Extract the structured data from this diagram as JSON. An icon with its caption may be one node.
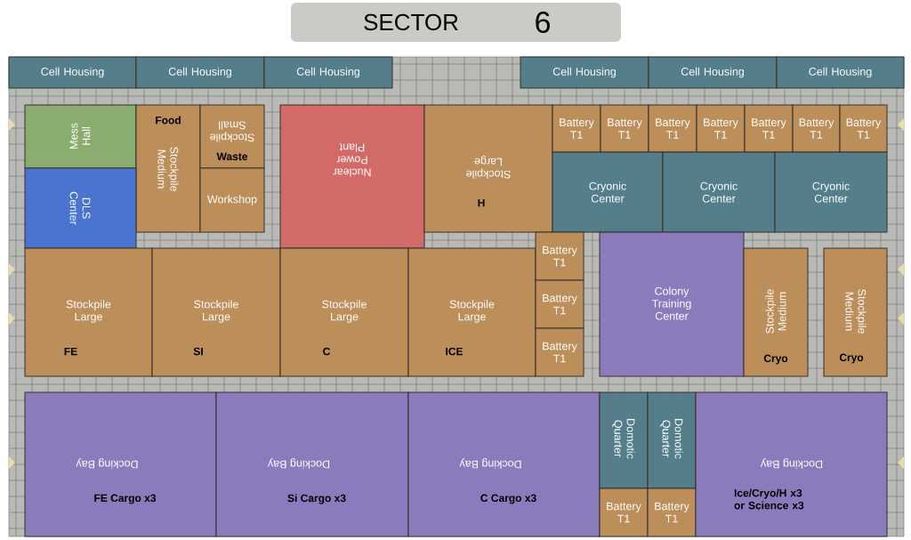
{
  "diagram": {
    "nodes": [
      {
        "text": [
          "SECTOR",
          "6"
        ]
      },
      {
        "text": [
          "Cell Housing"
        ]
      },
      {
        "text": [
          "Cell Housing"
        ]
      },
      {
        "text": [
          "Cell Housing"
        ]
      },
      {
        "text": [
          "Cell Housing"
        ]
      },
      {
        "text": [
          "Cell Housing"
        ]
      },
      {
        "text": [
          "Cell Housing"
        ]
      },
      {
        "text": [
          "Mess Hall"
        ]
      },
      {
        "text": [
          "Food",
          "Stockpile Medium"
        ]
      },
      {
        "text": [
          "Stockpile Small",
          "Waste"
        ]
      },
      {
        "text": [
          "Workshop"
        ]
      },
      {
        "text": [
          "DLS Center"
        ]
      },
      {
        "text": [
          "Nuclear Power Plant"
        ]
      },
      {
        "text": [
          "Stockpile Large",
          "H"
        ]
      },
      {
        "text": [
          "Battery T1"
        ]
      },
      {
        "text": [
          "Battery T1"
        ]
      },
      {
        "text": [
          "Battery T1"
        ]
      },
      {
        "text": [
          "Battery T1"
        ]
      },
      {
        "text": [
          "Battery T1"
        ]
      },
      {
        "text": [
          "Battery T1"
        ]
      },
      {
        "text": [
          "Battery T1"
        ]
      },
      {
        "text": [
          "Cryonic Center"
        ]
      },
      {
        "text": [
          "Cryonic Center"
        ]
      },
      {
        "text": [
          "Cryonic Center"
        ]
      },
      {
        "text": [
          "Stockpile Large",
          "FE"
        ]
      },
      {
        "text": [
          "Stockpile Large",
          "SI"
        ]
      },
      {
        "text": [
          "Stockpile Large",
          "C"
        ]
      },
      {
        "text": [
          "Stockpile Large",
          "ICE"
        ]
      },
      {
        "text": [
          "Battery T1"
        ]
      },
      {
        "text": [
          "Battery T1"
        ]
      },
      {
        "text": [
          "Battery T1"
        ]
      },
      {
        "text": [
          "Colony Training Center"
        ]
      },
      {
        "text": [
          "Stockpile Medium",
          "Cryo"
        ]
      },
      {
        "text": [
          "Stockpile Medium",
          "Cryo"
        ]
      },
      {
        "text": [
          "Docking Bay",
          "FE Cargo x3"
        ]
      },
      {
        "text": [
          "Docking Bay",
          "Si Cargo x3"
        ]
      },
      {
        "text": [
          "Docking Bay",
          "C Cargo x3"
        ]
      },
      {
        "text": [
          "Domotic Quarter"
        ]
      },
      {
        "text": [
          "Domotic Quarter"
        ]
      },
      {
        "text": [
          "Battery T1"
        ]
      },
      {
        "text": [
          "Battery T1"
        ]
      },
      {
        "text": [
          "Docking Bay",
          "Ice/Cryo/H x3 or Science x3"
        ]
      }
    ]
  }
}
